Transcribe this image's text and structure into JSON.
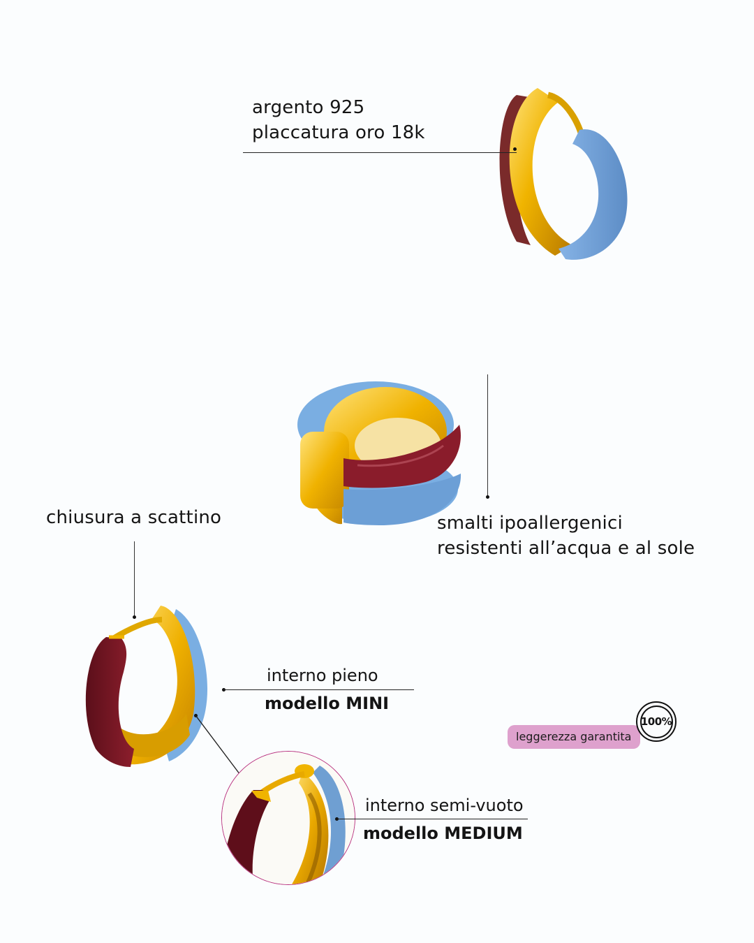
{
  "features": {
    "material": {
      "line1": "argento 925",
      "line2": "placcatura oro 18k"
    },
    "enamel": {
      "line1": "smalti ipoallergenici",
      "line2": "resistenti all’acqua e al sole"
    },
    "closure": {
      "label": "chiusura a scattino"
    },
    "mini": {
      "interior": "interno pieno",
      "model": "modello MINI"
    },
    "medium": {
      "interior": "interno semi-vuoto",
      "model": "modello MEDIUM"
    }
  },
  "badge": {
    "text": "leggerezza garantita",
    "seal": "100%",
    "color": "#dea1cd"
  },
  "colors": {
    "background": "#fbfdfe",
    "gold": "#f2b705",
    "enamel_blue": "#6f9fd4",
    "enamel_burgundy": "#7d1523",
    "zoom_ring": "#b8307e"
  },
  "images": {
    "earring_top": "hoop-earring-blue-burgundy-side",
    "earring_pair": "hoop-earrings-stacked-pair",
    "earring_mini": "hoop-earring-mini-open",
    "earring_medium_detail": "hoop-earring-medium-interior-closeup"
  }
}
